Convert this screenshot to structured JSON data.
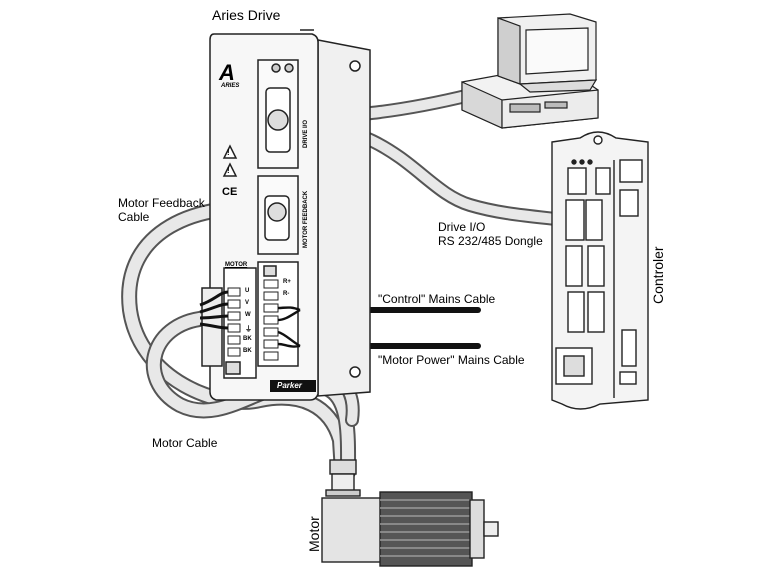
{
  "labels": {
    "title": "Aries Drive",
    "motor_feedback_cable": [
      "Motor Feedback",
      "Cable"
    ],
    "drive_io": [
      "Drive I/O",
      "RS 232/485 Dongle"
    ],
    "control_mains_cable": "\"Control\" Mains Cable",
    "motor_power_mains_cable": "\"Motor Power\" Mains Cable",
    "motor_cable": "Motor Cable",
    "controler": "Controler",
    "motor": "Motor"
  },
  "drive_panel": {
    "brand": "ARIES",
    "drive_io_port": "DRIVE I/O",
    "motor_feedback_port": "MOTOR FEEDBACK",
    "motor_header": "MOTOR",
    "motor_terminals": [
      "U",
      "V",
      "W",
      "⏚",
      "BK",
      "BK"
    ],
    "power_terminals": [
      "R+",
      "R-"
    ],
    "maker_logo": "Parker",
    "ce_mark": "CE"
  }
}
